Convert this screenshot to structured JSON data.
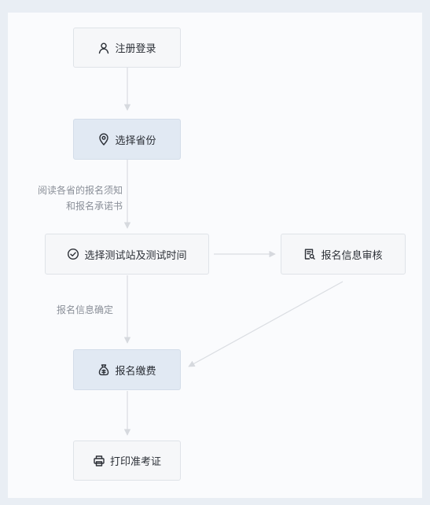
{
  "nodes": {
    "register": {
      "label": "注册登录",
      "icon": "user-icon"
    },
    "province": {
      "label": "选择省份",
      "icon": "location-pin-icon"
    },
    "station": {
      "label": "选择测试站及测试时间",
      "icon": "check-circle-icon"
    },
    "review": {
      "label": "报名信息审核",
      "icon": "document-search-icon"
    },
    "payment": {
      "label": "报名缴费",
      "icon": "money-bag-icon"
    },
    "ticket": {
      "label": "打印准考证",
      "icon": "printer-icon"
    }
  },
  "edge_labels": {
    "province_to_station_line1": "阅读各省的报名须知",
    "province_to_station_line2": "和报名承诺书",
    "station_to_payment": "报名信息确定"
  },
  "colors": {
    "highlight_node": "#e1e9f3",
    "normal_node": "#f6f7f9",
    "arrow": "#d6d9de"
  }
}
